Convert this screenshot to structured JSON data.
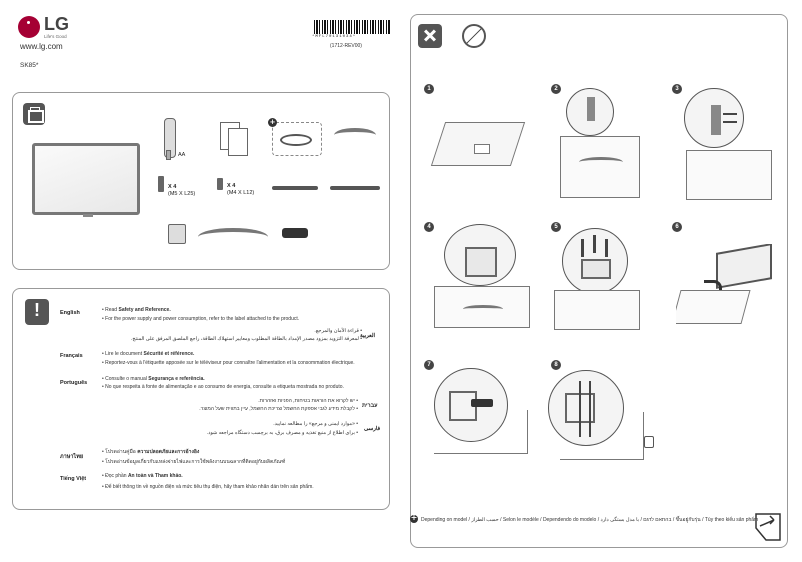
{
  "header": {
    "brand": "LG",
    "tagline": "Life's Good",
    "website": "www.lg.com",
    "model": "SK85*",
    "barcode_number": "*MFL70131034*",
    "revision": "(1712-REV00)"
  },
  "accessories": {
    "icon": "box-icon",
    "battery_label": "AA",
    "screw_a": {
      "qty": "X 4",
      "spec": "(M5 X L25)"
    },
    "screw_b": {
      "qty": "X 4",
      "spec": "(M4 X L12)"
    },
    "optional_icon": "plus-circle-icon"
  },
  "warnings": {
    "icon": "exclamation-icon",
    "sections": [
      {
        "lang": "English",
        "lines": [
          {
            "pre": "• Read ",
            "bold": "Safety and Reference.",
            "post": ""
          },
          {
            "pre": "• For the power supply and power consumption, refer to the label attached to the product.",
            "bold": "",
            "post": ""
          }
        ]
      },
      {
        "lang": "العربية",
        "lines": [
          {
            "pre": "• قراءة الأمان والمرجع.",
            "bold": "",
            "post": ""
          },
          {
            "pre": "• لمعرفة التزويد بمزود مصدر الإمداد بالطاقة المطلوب ومعايير استهلاك الطاقة، راجع الملصق المرفق على المنتج.",
            "bold": "",
            "post": ""
          }
        ]
      },
      {
        "lang": "Français",
        "lines": [
          {
            "pre": "• Lire le document ",
            "bold": "Sécurité et référence.",
            "post": ""
          },
          {
            "pre": "• Reportez-vous à l'étiquette apposée sur le téléviseur pour connaître l'alimentation et la consommation électrique.",
            "bold": "",
            "post": ""
          }
        ]
      },
      {
        "lang": "Português",
        "lines": [
          {
            "pre": "• Consulte o manual ",
            "bold": "Segurança e referência.",
            "post": ""
          },
          {
            "pre": "• No que respeita à fonte de alimentação e ao consumo de energia, consulte a etiqueta mostrada no produto.",
            "bold": "",
            "post": ""
          }
        ]
      },
      {
        "lang": "עברית",
        "lines": [
          {
            "pre": "• יש לקרוא את הוראות בטיחות, הפניות ואזהרות.",
            "bold": "",
            "post": ""
          },
          {
            "pre": "• לקבלת מידע לגבי אספקת החשמל וצריכת החשמל, עיין בתווית שעל המוצר.",
            "bold": "",
            "post": ""
          }
        ]
      },
      {
        "lang": "فارسی",
        "lines": [
          {
            "pre": "• «موارد ایمنی و مرجع» را مطالعه نمایید.",
            "bold": "",
            "post": ""
          },
          {
            "pre": "• برای اطلاع از منبع تغذیه و مصرف برق، به برچسب دستگاه مراجعه شود.",
            "bold": "",
            "post": ""
          }
        ]
      },
      {
        "lang": "ภาษาไทย",
        "lines": [
          {
            "pre": "• โปรดอ่านคู่มือ ",
            "bold": "ความปลอดภัยและการอ้างอิง",
            "post": ""
          },
          {
            "pre": "• โปรดอ่านข้อมูลเกี่ยวกับแหล่งจ่ายไฟและการใช้พลังงานบนฉลากที่ติดอยู่กับผลิตภัณฑ์",
            "bold": "",
            "post": ""
          }
        ]
      },
      {
        "lang": "Tiếng Việt",
        "lines": [
          {
            "pre": "• Đọc phần ",
            "bold": "An toàn và Tham khảo.",
            "post": ""
          },
          {
            "pre": "• Để biết thông tin về nguồn điện và mức tiêu thụ điện, hãy tham khảo nhãn dán trên sản phẩm.",
            "bold": "",
            "post": ""
          }
        ]
      }
    ]
  },
  "assembly": {
    "tools_icon": "tools-icon",
    "no_screwdriver_icon": "no-screwdriver-icon",
    "steps": [
      "1",
      "2",
      "3",
      "4",
      "5",
      "6",
      "7",
      "8"
    ],
    "footnote": "Depending on model / حسب الطراز / Selon le modèle / Dependendo do modelo / בהתאם לדגם / با مدل بستگی دارد / ขึ้นอยู่กับรุ่น / Tùy theo kiểu sản phẩm"
  }
}
